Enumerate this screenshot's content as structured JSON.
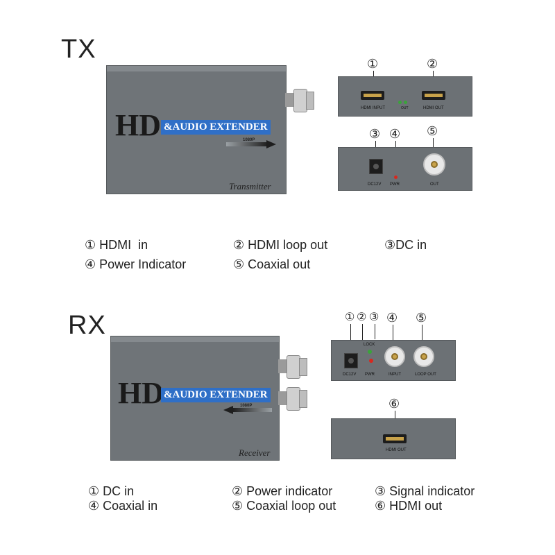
{
  "tx": {
    "title": "TX",
    "device": {
      "hd": "HD",
      "extender": "&AUDIO EXTENDER",
      "arrow_label": "1080P",
      "model": "Transmitter"
    },
    "front_panel": {
      "hdmi_input": "HDMI INPUT",
      "hdmi_out": "HDMI OUT",
      "led_label": "OUT"
    },
    "rear_panel": {
      "dc": "DC12V",
      "pwr": "PWR",
      "out": "OUT"
    },
    "callouts": [
      "①",
      "②",
      "③",
      "④",
      "⑤"
    ],
    "legend": [
      {
        "num": "①",
        "text": "HDMI  in"
      },
      {
        "num": "②",
        "text": "HDMI loop out"
      },
      {
        "num": "③",
        "text": "DC in"
      },
      {
        "num": "④",
        "text": "Power Indicator"
      },
      {
        "num": "⑤",
        "text": "Coaxial out"
      }
    ]
  },
  "rx": {
    "title": "RX",
    "device": {
      "hd": "HD",
      "extender": "&AUDIO EXTENDER",
      "arrow_label": "1080P",
      "model": "Receiver"
    },
    "rear_panel": {
      "dc": "DC12V",
      "pwr": "PWR",
      "lock": "LOCK",
      "input": "INPUT",
      "loop_out": "LOOP OUT"
    },
    "front_panel": {
      "hdmi_out": "HDMI OUT"
    },
    "callouts": [
      "①",
      "②",
      "③",
      "④",
      "⑤",
      "⑥"
    ],
    "legend": [
      {
        "num": "①",
        "text": "DC in"
      },
      {
        "num": "②",
        "text": "Power indicator"
      },
      {
        "num": "③",
        "text": "Signal indicator"
      },
      {
        "num": "④",
        "text": "Coaxial in"
      },
      {
        "num": "⑤",
        "text": "Coaxial loop out"
      },
      {
        "num": "⑥",
        "text": "HDMI out"
      }
    ]
  },
  "colors": {
    "body": "#6f7478",
    "accent": "#2f6fc7",
    "pwr_led": "#d8281e",
    "lock_led": "#3aa43a",
    "gold": "#c8a24a"
  }
}
